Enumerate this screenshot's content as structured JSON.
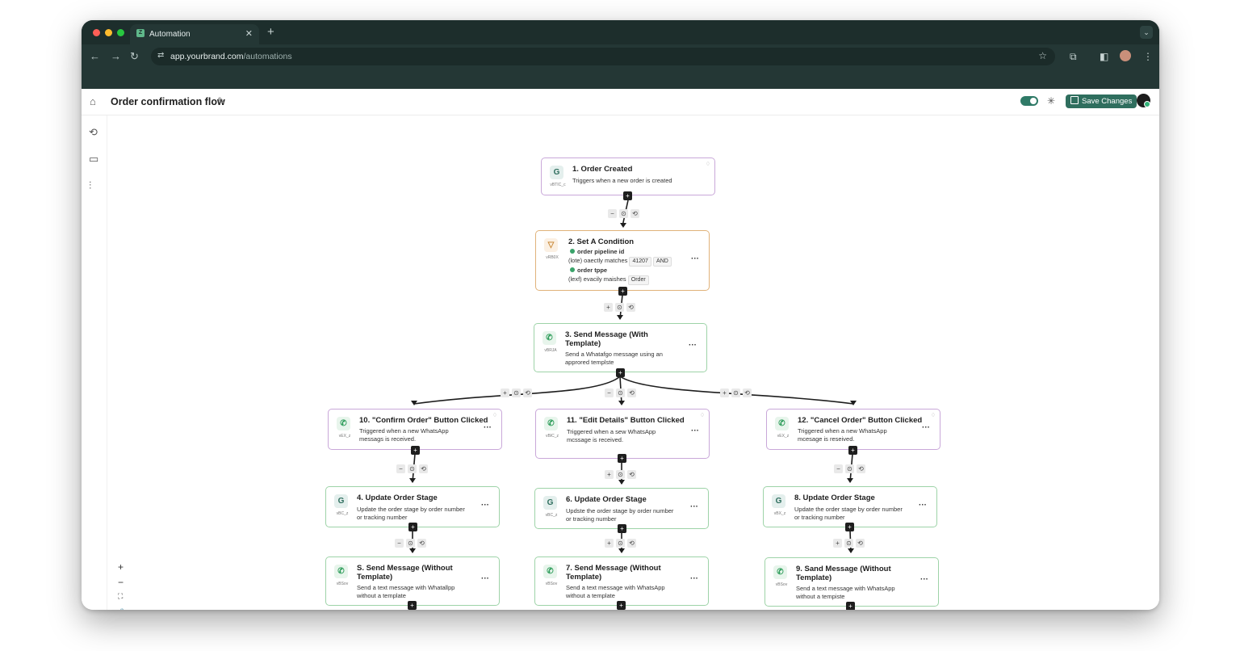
{
  "browser": {
    "tab_title": "Automation",
    "tab_close": "✕",
    "new_tab": "+",
    "url_host": "app.yourbrand.com",
    "url_path": "/automations"
  },
  "app": {
    "flow_title": "Order confirmation flow",
    "save_label": "Save Changes",
    "enabled": true
  },
  "zoom": {
    "in": "+",
    "out": "−",
    "fit": "⛶",
    "lock": "🔒"
  },
  "nodes": {
    "n1": {
      "title": "1. Order Created",
      "desc": "Triggers when a new order is created",
      "sub": "vBTIC_c"
    },
    "n2": {
      "title": "2. Set A Condition",
      "sub": "vRB0X",
      "field1": "order pipeline id",
      "op1": "(lote) oaectly matches",
      "val1": "41207",
      "join": "AND",
      "field2": "order tppe",
      "op2": "(lexf) evacily maishes",
      "val2": "Order"
    },
    "n3": {
      "title1": "3. Send Message (With",
      "title2": "Template)",
      "desc1": "Send a Whatafgo message using an",
      "desc2": "approred templste",
      "sub": "vBRJA"
    },
    "n10": {
      "title": "10. \"Confirm Order\" Button Clicked",
      "desc1": "Triggered when a new WhatsApp",
      "desc2": "messags is received.",
      "sub": "vEX_z"
    },
    "n11": {
      "title": "11. \"Edit Details\" Button Clicked",
      "desc1": "Triggered when a sew WhatsApp",
      "desc2": "mcssage is received.",
      "sub": "vBIC_z"
    },
    "n12": {
      "title": "12. \"Cancel Order\" Button Clicked",
      "desc1": "Triggered when a new WhatsApp",
      "desc2": "mcesage is reseived.",
      "sub": "vEX_z"
    },
    "n4": {
      "title": "4. Update Order Stage",
      "desc1": "Update the order stage by order number",
      "desc2": "or tracking number",
      "sub": "vBC_z"
    },
    "n6": {
      "title": "6. Update Order Stage",
      "desc1": "Updste the order stage by order number",
      "desc2": "or tracking number",
      "sub": "vBC_z"
    },
    "n8": {
      "title": "8. Update Order Stage",
      "desc1": "Update the order stage by order number",
      "desc2": "or tracking number",
      "sub": "vBX_z"
    },
    "n5": {
      "title1": "S. Send Message (Without",
      "title2": "Template)",
      "desc1": "Send a text message with Whatallpp",
      "desc2": "without a template",
      "sub": "vBSov"
    },
    "n7": {
      "title1": "7. Send Message (Without",
      "title2": "Template)",
      "desc1": "Send a text message with WhatsApp",
      "desc2": "without a template",
      "sub": "vBSov"
    },
    "n9": {
      "title1": "9. Sand Message (Without",
      "title2": "Template)",
      "desc1": "Send a text message with WhatsApp",
      "desc2": "without a tempiste",
      "sub": "vBSov"
    }
  },
  "colors": {
    "chrome": "#243735",
    "accent": "#2f6e5e",
    "trigger_border": "#c9a8d9",
    "condition_border": "#e0b27a",
    "action_border": "#9ed3a8"
  }
}
